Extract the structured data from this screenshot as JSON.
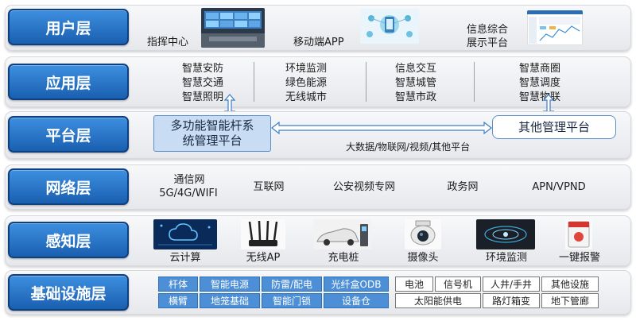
{
  "layers": [
    "用户层",
    "应用层",
    "平台层",
    "网络层",
    "感知层",
    "基础设施层"
  ],
  "user": {
    "command_center": "指挥中心",
    "mobile_app": "移动端APP",
    "info_display": [
      "信息综合",
      "展示平台"
    ]
  },
  "app": {
    "groups": [
      [
        "智慧安防",
        "智慧交通",
        "智慧照明"
      ],
      [
        "环境监测",
        "绿色能源",
        "无线城市"
      ],
      [
        "信息交互",
        "智慧城管",
        "智慧市政"
      ],
      [
        "智慧商圈",
        "智慧调度",
        "智慧物联"
      ]
    ]
  },
  "platform": {
    "main_box": [
      "多功能智能杆系",
      "统管理平台"
    ],
    "other_box": "其他管理平台",
    "link_label": "大数据/物联网/视频/其他平台"
  },
  "network": {
    "items": [
      "通信网",
      "5G/4G/WIFI",
      "互联网",
      "公安视频专网",
      "政务网",
      "APN/VPND"
    ]
  },
  "sensing": {
    "items": [
      "云计算",
      "无线AP",
      "充电桩",
      "摄像头",
      "环境监测",
      "一键报警"
    ]
  },
  "infra": {
    "blue_row1": [
      "杆体",
      "智能电源",
      "防雷/配电",
      "光纤盒ODB"
    ],
    "blue_row2": [
      "横臂",
      "地笼基础",
      "智能门锁",
      "设备仓"
    ],
    "white_row1": [
      "电池",
      "信号机",
      "人井/手井",
      "其他设施"
    ],
    "white_row2": [
      "太阳能供电",
      "路灯箱变",
      "地下管廊"
    ]
  },
  "colors": {
    "label_blue": "#1a5fb0",
    "box_blue": "#4c8fd6",
    "platform_light": "#c8ddf4"
  }
}
